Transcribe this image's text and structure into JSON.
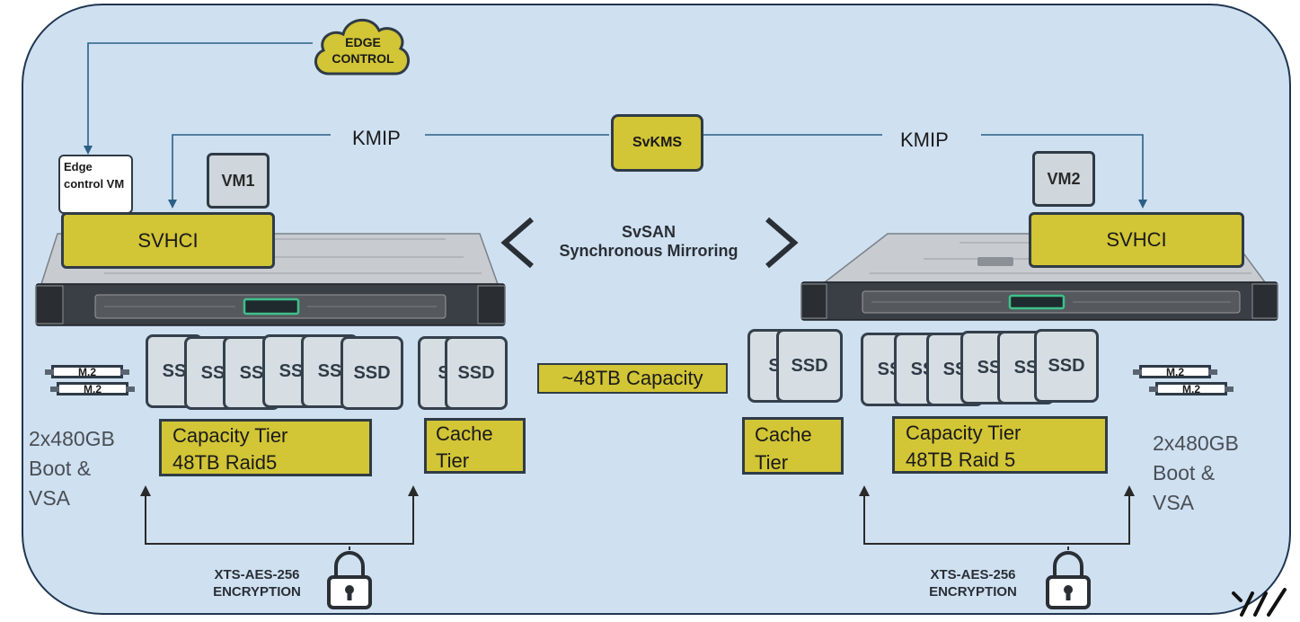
{
  "edge_control": "EDGE CONTROL",
  "kmip_left": "KMIP",
  "kmip_right": "KMIP",
  "svkms": "SvKMS",
  "edge_control_vm": "Edge control VM",
  "vm1": "VM1",
  "vm2": "VM2",
  "svhci_left": "SVHCI",
  "svhci_right": "SVHCI",
  "mirror_line1": "SvSAN",
  "mirror_line2": "Synchronous Mirroring",
  "capacity_center": "~48TB Capacity",
  "m2_label": "M.2",
  "boot_left": [
    "2x480GB",
    "Boot &",
    "VSA"
  ],
  "boot_right": [
    "2x480GB",
    "Boot &",
    "VSA"
  ],
  "capacity_tier_left": [
    "Capacity Tier",
    "48TB Raid5"
  ],
  "capacity_tier_right": [
    "Capacity Tier",
    "48TB Raid 5"
  ],
  "cache_tier_left": [
    "Cache",
    "Tier"
  ],
  "cache_tier_right": [
    "Cache",
    "Tier"
  ],
  "drive_labels": {
    "partial": "SS",
    "partial_cache": "S",
    "full": "SSD"
  },
  "encryption_left": [
    "XTS-AES-256",
    "ENCRYPTION"
  ],
  "encryption_right": [
    "XTS-AES-256",
    "ENCRYPTION"
  ],
  "colors": {
    "panel": "#cfe0f1",
    "accent": "#d2c536",
    "line": "#2c5f86"
  }
}
